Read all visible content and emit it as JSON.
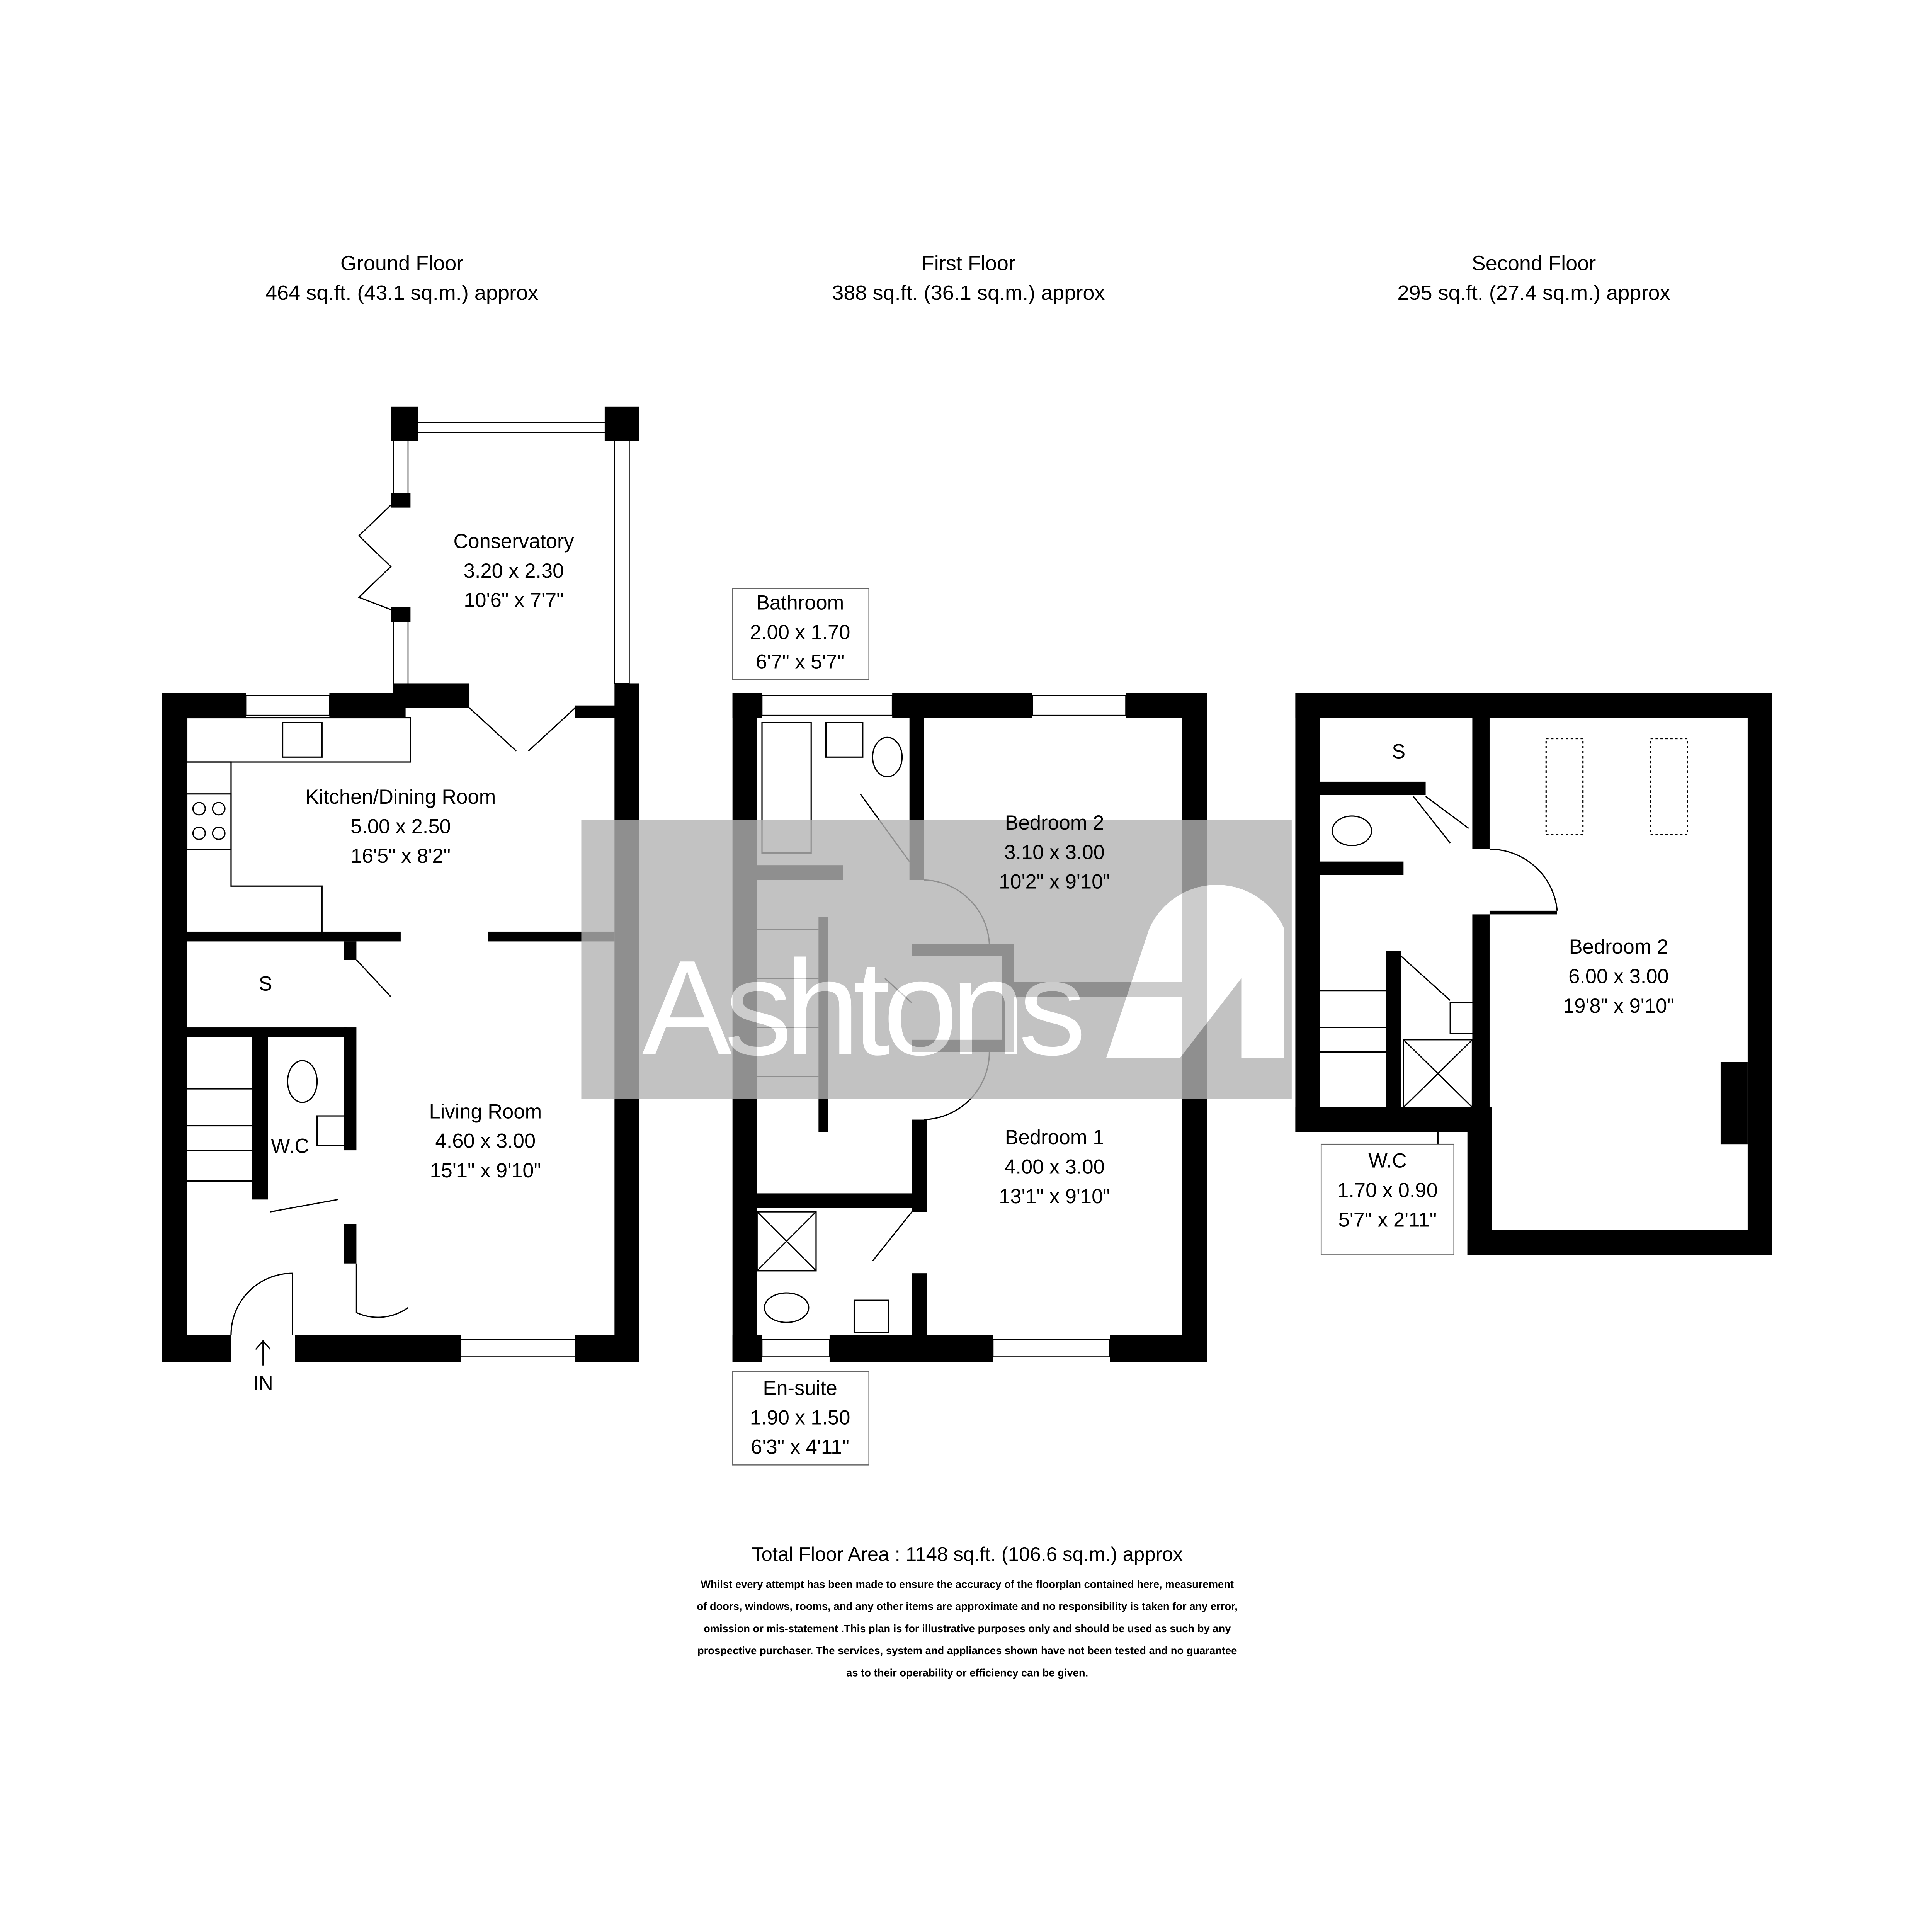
{
  "floors": [
    {
      "name": "Ground Floor",
      "area": "464 sq.ft. (43.1 sq.m.) approx",
      "rooms": [
        {
          "name": "Conservatory",
          "metric": "3.20 x 2.30",
          "imperial": "10'6\" x 7'7\""
        },
        {
          "name": "Kitchen/Dining Room",
          "metric": "5.00 x 2.50",
          "imperial": "16'5\" x 8'2\""
        },
        {
          "name": "Living Room",
          "metric": "4.60 x 3.00",
          "imperial": "15'1\" x 9'10\""
        },
        {
          "name": "S"
        },
        {
          "name": "W.C"
        }
      ],
      "entrance_label": "IN"
    },
    {
      "name": "First Floor",
      "area": "388 sq.ft. (36.1 sq.m.) approx",
      "rooms": [
        {
          "name": "Bathroom",
          "metric": "2.00 x 1.70",
          "imperial": "6'7\" x 5'7\""
        },
        {
          "name": "Bedroom 2",
          "metric": "3.10 x 3.00",
          "imperial": "10'2\" x 9'10\""
        },
        {
          "name": "Bedroom 1",
          "metric": "4.00 x 3.00",
          "imperial": "13'1\" x 9'10\""
        },
        {
          "name": "En-suite",
          "metric": "1.90 x 1.50",
          "imperial": "6'3\" x 4'11\""
        }
      ]
    },
    {
      "name": "Second Floor",
      "area": "295 sq.ft. (27.4 sq.m.) approx",
      "rooms": [
        {
          "name": "S"
        },
        {
          "name": "Bedroom 2",
          "metric": "6.00 x 3.00",
          "imperial": "19'8\" x 9'10\""
        },
        {
          "name": "W.C",
          "metric": "1.70 x 0.90",
          "imperial": "5'7\" x 2'11\""
        }
      ]
    }
  ],
  "total_area": "Total Floor Area : 1148 sq.ft. (106.6 sq.m.) approx",
  "disclaimer": [
    "Whilst every attempt has been made to ensure the accuracy of the floorplan contained here, measurement",
    "of doors, windows, rooms, and any other items are approximate and no responsibility is taken for any error,",
    "omission or mis-statement .This plan is for illustrative purposes only and should be used as such by any",
    "prospective purchaser. The services, system and appliances shown have not been tested and no guarantee",
    "as to their operability or efficiency can be given."
  ],
  "watermark": {
    "brand": "Ashtons",
    "color": "#b3b3b3"
  },
  "colors": {
    "walls": "#000000",
    "background": "#ffffff"
  }
}
